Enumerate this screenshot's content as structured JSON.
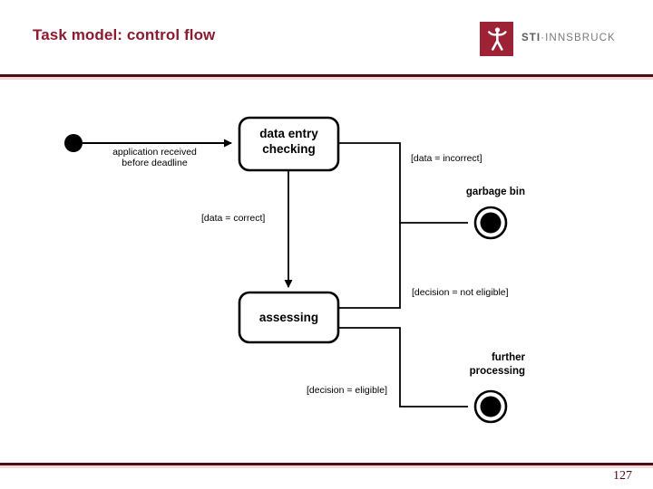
{
  "slide": {
    "title": "Task model: control flow",
    "page_number": "127",
    "rule_color_dark": "#4e0d13",
    "rule_color_light": "#f3d9dd",
    "title_color": "#8c1b2f"
  },
  "logo": {
    "mark_color": "#9d2235",
    "mark_icon": "sti-figure-icon",
    "text_bold": "STI",
    "text_separator": "·",
    "text_rest": "INNSBRUCK"
  },
  "diagram": {
    "type": "uml-activity-diagram",
    "start_node": {
      "name": "initial-node",
      "shape": "filled-circle"
    },
    "activities": [
      {
        "id": "data-entry-checking",
        "label_line1": "data entry",
        "label_line2": "checking"
      },
      {
        "id": "assessing",
        "label_line1": "assessing",
        "label_line2": ""
      }
    ],
    "transitions": [
      {
        "id": "t-start",
        "label_line1": "application received",
        "label_line2": "before deadline"
      },
      {
        "id": "t-incorrect",
        "label_line1": "[data = incorrect]",
        "label_line2": ""
      },
      {
        "id": "t-correct",
        "label_line1": "[data = correct]",
        "label_line2": ""
      },
      {
        "id": "t-not-eligible",
        "label_line1": "[decision = not eligible]",
        "label_line2": ""
      },
      {
        "id": "t-eligible",
        "label_line1": "[decision = eligible]",
        "label_line2": ""
      }
    ],
    "end_nodes": [
      {
        "id": "garbage-bin",
        "label_line1": "garbage bin",
        "label_line2": "",
        "shape": "bullseye"
      },
      {
        "id": "further-processing",
        "label_line1": "further",
        "label_line2": "processing",
        "shape": "bullseye"
      }
    ]
  }
}
